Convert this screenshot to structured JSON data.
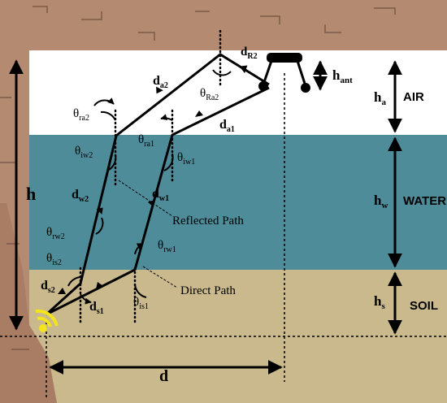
{
  "layers": {
    "air": {
      "label": "AIR",
      "color": "#ffffff"
    },
    "water": {
      "label": "WATER",
      "color": "#4e8c9a"
    },
    "soil": {
      "label": "SOIL",
      "color": "#c9b98c"
    },
    "wall": {
      "color": "#b48a70"
    }
  },
  "dimensions": {
    "h": "h",
    "d": "d",
    "h_ant": "h",
    "h_ant_sub": "ant",
    "h_a": "h",
    "h_a_sub": "a",
    "h_w": "h",
    "h_w_sub": "w",
    "h_s": "h",
    "h_s_sub": "s"
  },
  "segments": {
    "d_s1": [
      "d",
      "s1"
    ],
    "d_s2": [
      "d",
      "s2"
    ],
    "d_w1": [
      "d",
      "w1"
    ],
    "d_w2": [
      "d",
      "w2"
    ],
    "d_a1": [
      "d",
      "a1"
    ],
    "d_a2": [
      "d",
      "a2"
    ],
    "d_R2": [
      "d",
      "R2"
    ]
  },
  "angles": {
    "is1": [
      "θ",
      "is1"
    ],
    "is2": [
      "θ",
      "is2"
    ],
    "rw1": [
      "θ",
      "rw1"
    ],
    "rw2": [
      "θ",
      "rw2"
    ],
    "iw1": [
      "θ",
      "iw1"
    ],
    "iw2": [
      "θ",
      "iw2"
    ],
    "ra1": [
      "θ",
      "ra1"
    ],
    "ra2": [
      "θ",
      "ra2"
    ],
    "Ra2": [
      "θ",
      "Ra2"
    ]
  },
  "annotations": {
    "reflected": "Reflected Path",
    "direct": "Direct Path"
  }
}
